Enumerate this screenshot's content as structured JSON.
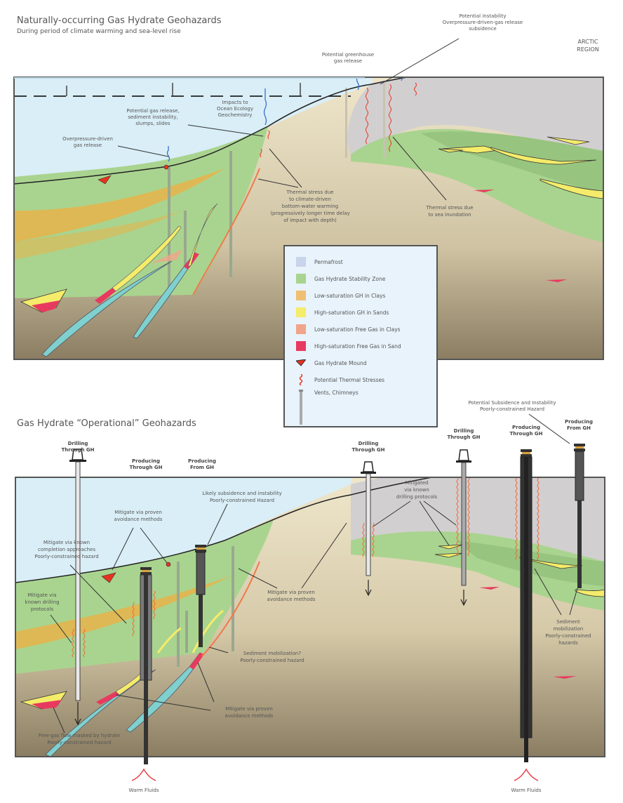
{
  "top_panel": {
    "title": "Naturally-occurring Gas Hydrate Geohazards",
    "subtitle": "During period of climate warming and sea-level rise",
    "region_label_line1": "ARCTIC",
    "region_label_line2": "REGION",
    "annotations": {
      "greenhouse": [
        "Potential greenhouse",
        "gas release"
      ],
      "instability": [
        "Potential instability",
        "Overpressure-driven-gas release",
        "subsidence"
      ],
      "ocean": [
        "Impacts to",
        "Ocean Ecology",
        "Geochemistry"
      ],
      "gas_release": [
        "Potential gas release,",
        "sediment instability,",
        "slumps, slides"
      ],
      "overpressure": [
        "Overpressure-driven",
        "gas release"
      ],
      "thermal_warming": [
        "Thermal stress due",
        "to climate-driven",
        "bottom-water warming",
        "(progressively longer time delay",
        "of impact with depth)"
      ],
      "thermal_inundation": [
        "Thermal stress due",
        "to sea inundation"
      ]
    }
  },
  "legend": {
    "items": [
      {
        "label": "Permafrost",
        "color": "#c9d3ea",
        "kind": "swatch"
      },
      {
        "label": "Gas Hydrate Stability Zone",
        "color": "#a9d48f",
        "kind": "swatch"
      },
      {
        "label": "Low-saturation GH in Clays",
        "color": "#f0bf72",
        "kind": "swatch"
      },
      {
        "label": "High-saturation GH in Sands",
        "color": "#f4ec6a",
        "kind": "swatch"
      },
      {
        "label": "Low-saturation Free Gas in Clays",
        "color": "#f1a489",
        "kind": "swatch"
      },
      {
        "label": "High-saturation Free Gas in Sand",
        "color": "#e83a5f",
        "kind": "swatch"
      },
      {
        "label": "Gas Hydrate Mound",
        "color": "#e8321f",
        "kind": "mound"
      },
      {
        "label": "Potential Thermal Stresses",
        "color": "#e8321f",
        "kind": "wave"
      },
      {
        "label": "Vents, Chimneys",
        "color": "#aaaaaa",
        "kind": "vent"
      }
    ]
  },
  "bottom_panel": {
    "title": "Gas Hydrate “Operational” Geohazards",
    "wells": [
      [
        "Drilling",
        "Through GH"
      ],
      [
        "Producing",
        "Through GH"
      ],
      [
        "Producing",
        "From GH"
      ],
      [
        "Drilling",
        "Through GH"
      ],
      [
        "Drilling",
        "Through GH"
      ],
      [
        "Producing",
        "Through GH"
      ],
      [
        "Producing",
        "From GH"
      ]
    ],
    "annotations": {
      "subsidence_top": [
        "Potential Subsidence and Instability",
        "Poorly-constrained Hazard"
      ],
      "likely_subsidence": [
        "Likely subsidence and instability",
        "Poorly-constrained Hazard"
      ],
      "avoid_mounds": [
        "Mitigate via proven",
        "avoidance methods"
      ],
      "completion": [
        "Mitigate via known",
        "completion approaches",
        "Poorly-constrained hazard"
      ],
      "drilling_protocols": [
        "Mitigate via",
        "known drilling",
        "protocols"
      ],
      "avoid_mid": [
        "Mitigate via proven",
        "avoidance methods"
      ],
      "mitigated_arctic": [
        "Mitigated",
        "via known",
        "drilling protocols"
      ],
      "sediment_mob": [
        "Sediment mobilization?",
        "Poorly-constrained hazard"
      ],
      "avoid_low": [
        "Mitigate via proven",
        "avoidance methods"
      ],
      "free_gas": [
        "Free-gas flow masked by hydrate",
        "Poorly-constrained hazard"
      ],
      "sediment_right": [
        "Sediment",
        "mobilization",
        "Poorly-constrained",
        "hazards"
      ]
    },
    "warm_fluids": "Warm Fluids"
  },
  "colors": {
    "water": "#d9eef7",
    "sediment_top": "#ece3c8",
    "sediment_bottom": "#8b7d62",
    "ghsz": "#a9d48f",
    "ghsz_dark": "#97c47f",
    "permafrost": "#d2cfd0",
    "sand_yellow": "#f4ec6a",
    "clay_orange": "#e8b34a",
    "free_gas": "#e83a5f",
    "aquifer": "#7fd1cf",
    "thermal": "#e8321f",
    "vent": "#9aa88f",
    "gas_arrow": "#3b6fc9"
  }
}
